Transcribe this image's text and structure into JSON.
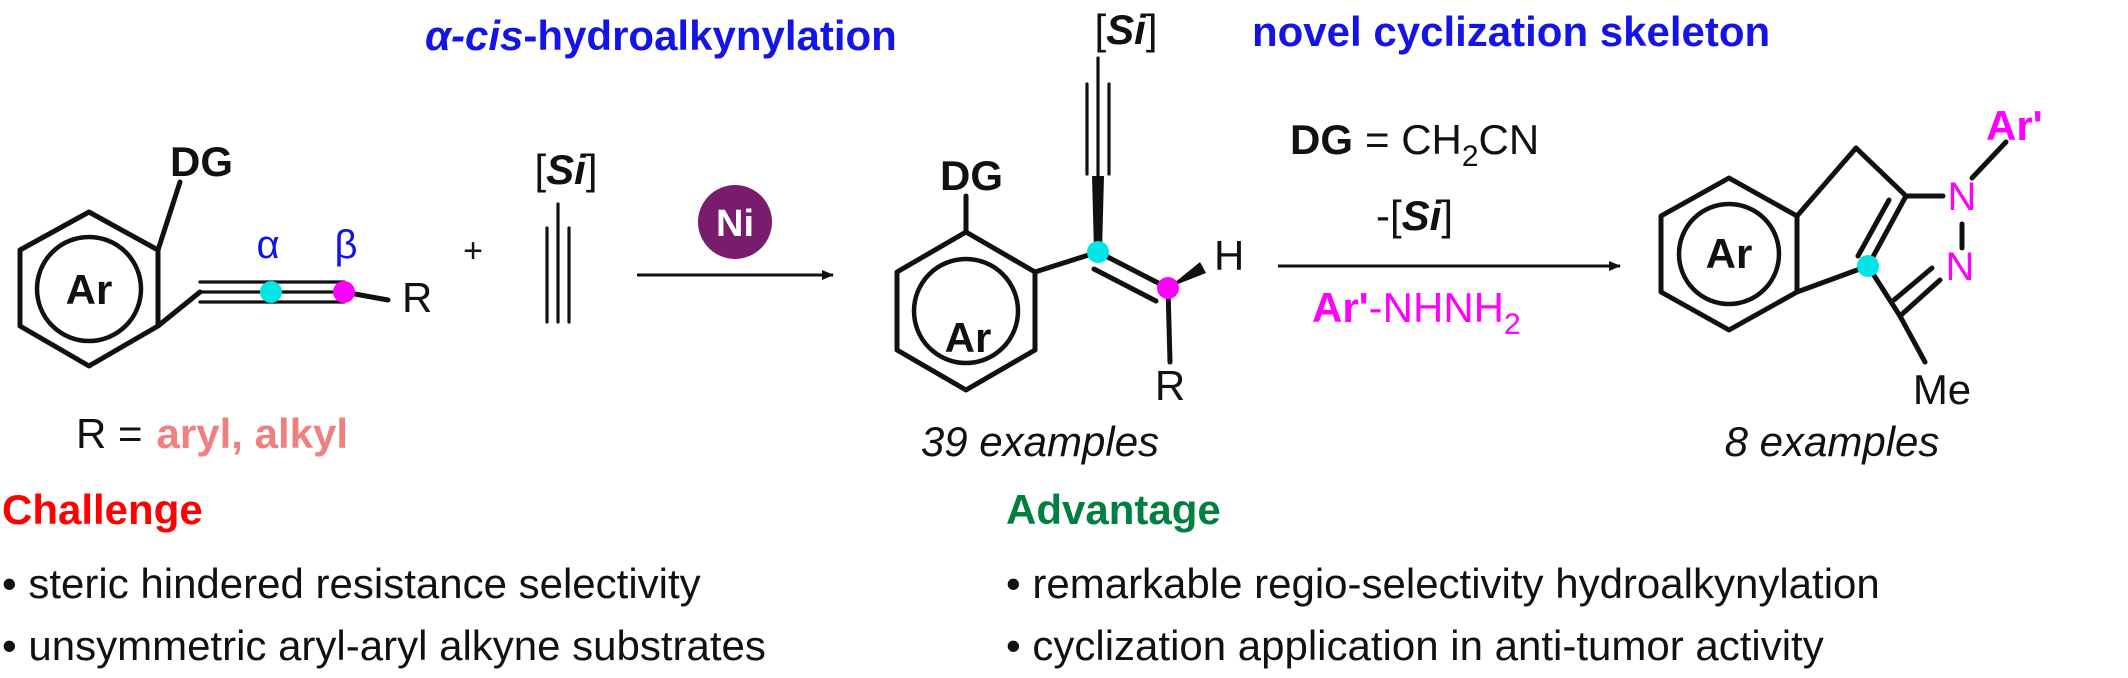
{
  "header": {
    "left_prefix": "α-cis",
    "left_suffix": "-hydroalkynylation",
    "right": "novel cyclization skeleton"
  },
  "labels": {
    "dg": "DG",
    "ar": "Ar",
    "r": "R",
    "h": "H",
    "alpha": "α",
    "beta": "β",
    "plus": "+",
    "si": "Si",
    "bracket_open": "[",
    "bracket_close": "]",
    "ni": "Ni",
    "n": "N",
    "me": "Me",
    "ar_prime": "Ar'"
  },
  "conditions": {
    "dg_label": "DG",
    "dg_value": "= CH",
    "dg_sub": "2",
    "dg_tail": "CN",
    "minus": "-",
    "reagent_ar": "Ar'",
    "reagent_rest": "-NHNH",
    "reagent_sub": "2"
  },
  "r_def": {
    "prefix": "R =",
    "value": "aryl, alkyl"
  },
  "examples": {
    "middle": "39 examples",
    "right": "8 examples"
  },
  "challenge": {
    "title": "Challenge",
    "items": [
      "• steric hindered resistance selectivity",
      "• unsymmetric aryl-aryl alkyne substrates"
    ]
  },
  "advantage": {
    "title": "Advantage",
    "items": [
      "• remarkable regio-selectivity hydroalkynylation",
      "• cyclization application in anti-tumor activity"
    ]
  },
  "colors": {
    "blue": "#1414e6",
    "magenta": "#ff00ff",
    "cyan": "#00e5e5",
    "salmon": "#f08080",
    "red": "#ff0000",
    "green": "#008040",
    "ni_circle": "#7a1c6e"
  }
}
